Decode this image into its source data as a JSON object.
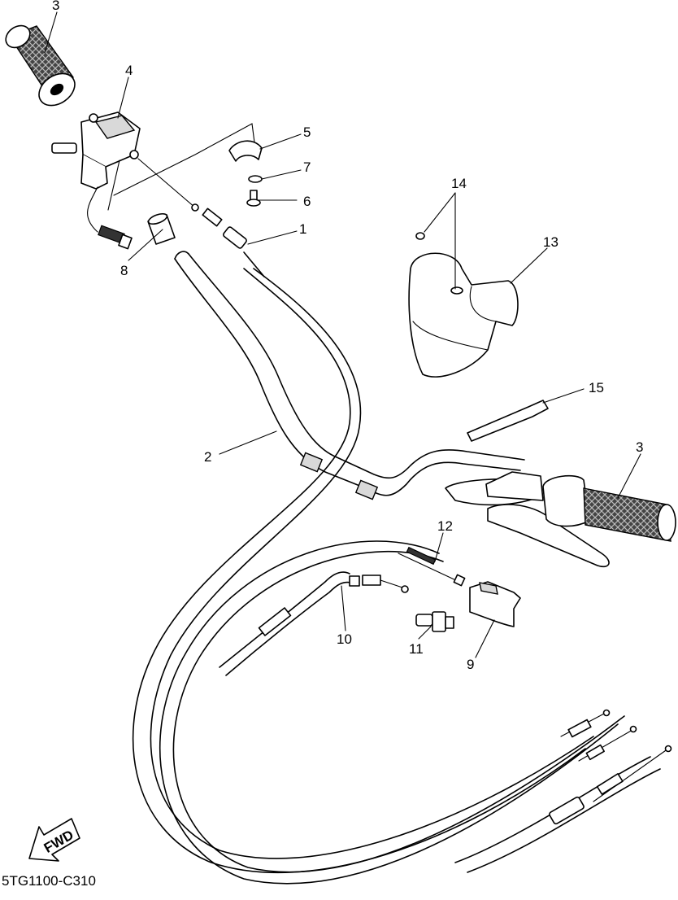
{
  "diagram_code": "5TG1100-C310",
  "fwd_label": "FWD",
  "callouts": {
    "c1": "1",
    "c2": "2",
    "c3a": "3",
    "c3b": "3",
    "c4": "4",
    "c5": "5",
    "c6": "6",
    "c7": "7",
    "c8": "8",
    "c9": "9",
    "c10": "10",
    "c11": "11",
    "c12": "12",
    "c13": "13",
    "c14": "14",
    "c15": "15"
  }
}
